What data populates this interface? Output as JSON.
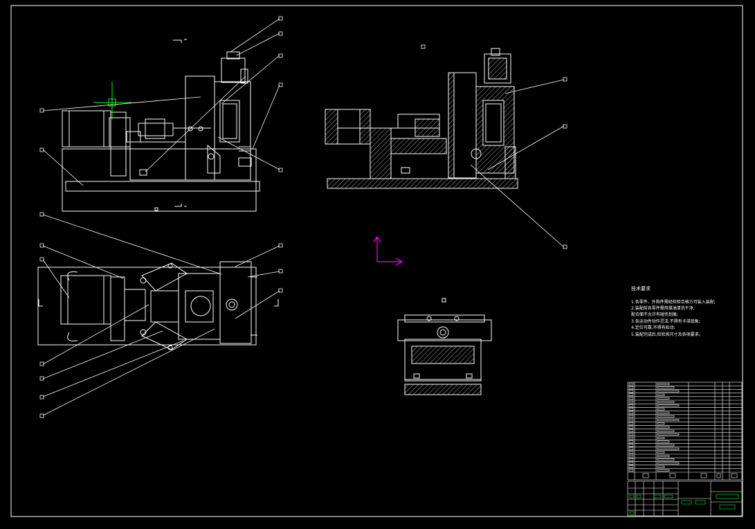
{
  "app": {
    "type": "cad-model-space",
    "background": "#000000",
    "line_color": "#ffffff",
    "ucs_color": "#ff00ff",
    "cursor_color": "#00ff00",
    "table_accent": "#00ff00"
  },
  "technical_requirements": {
    "title": "技术要求",
    "lines": [
      "1.各零件、外购件需经检验合格方可装入装配;",
      "2.装配前各零件需用煤油清洗干净,",
      "  配合面不允许有碰伤划痕;",
      "3.各运动件动作灵活,不得有卡滞现象;",
      "4.定位可靠,不得有松动;",
      "5.装配完成后,检验其尺寸及各项要求。"
    ]
  },
  "ucs_icon": {
    "name": "ucs-icon"
  }
}
